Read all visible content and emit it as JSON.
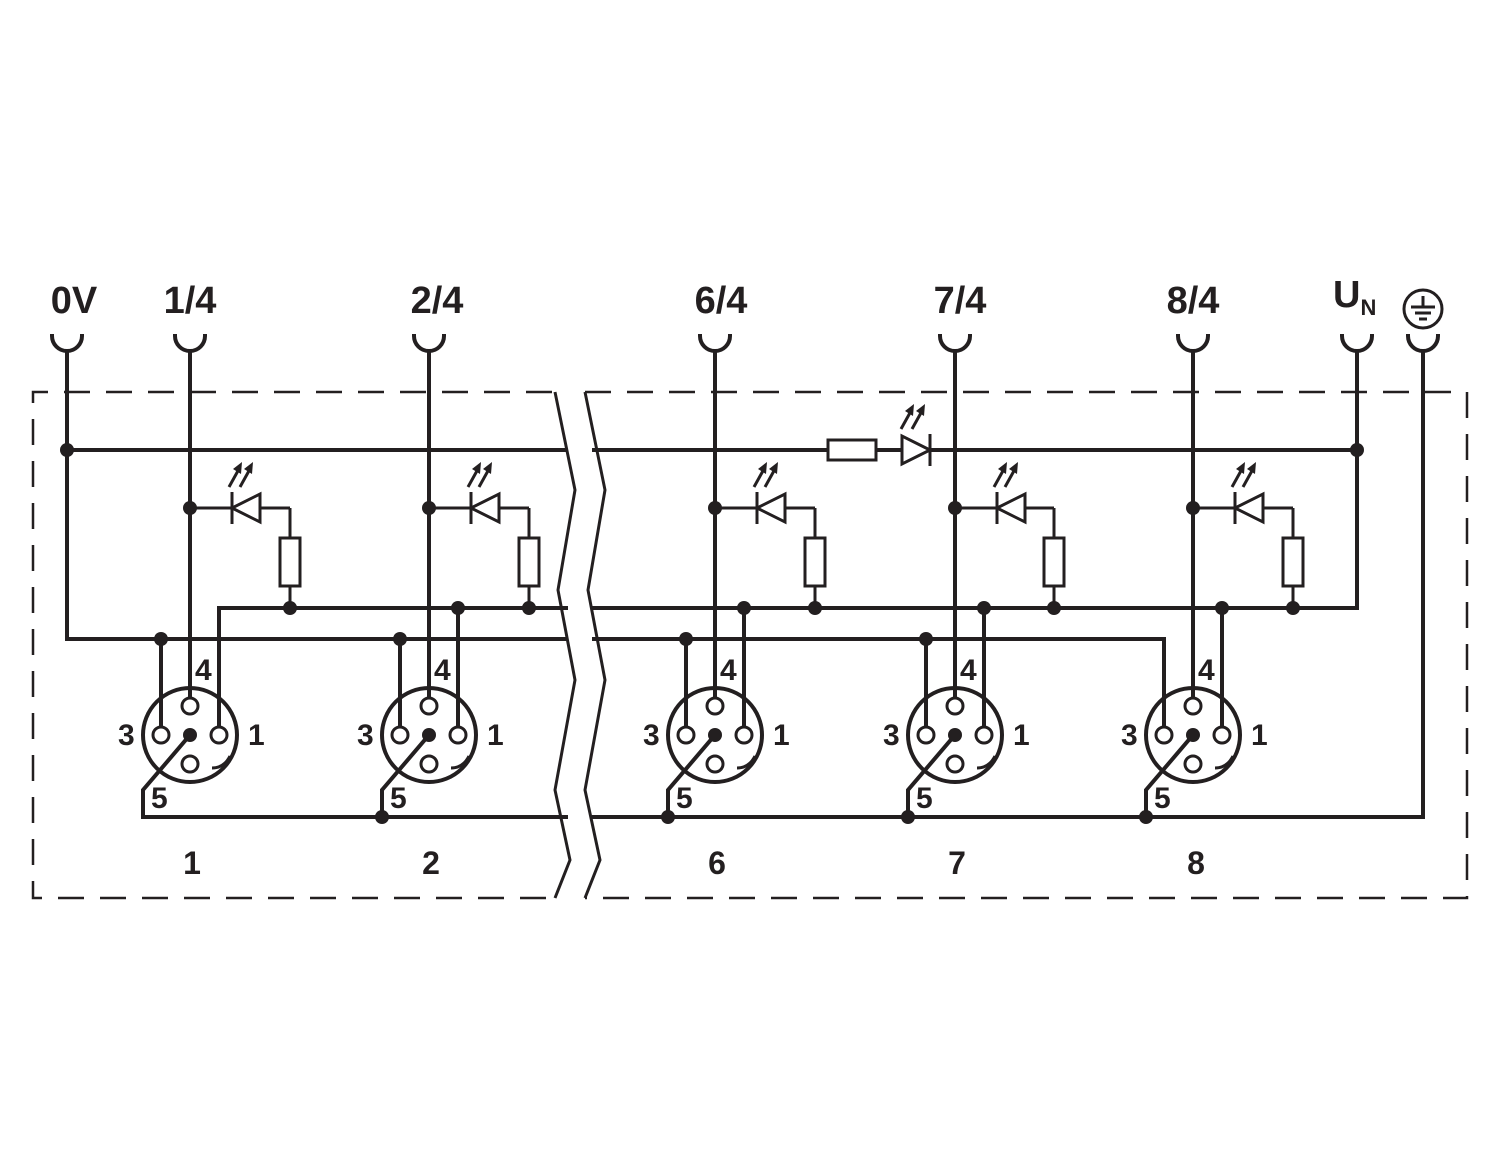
{
  "terminals": {
    "t_0v": "0V",
    "t_1_4": "1/4",
    "t_2_4": "2/4",
    "t_6_4": "6/4",
    "t_7_4": "7/4",
    "t_8_4": "8/4",
    "un_main": "U",
    "un_sub": "N",
    "pe_icon": "ground-symbol"
  },
  "pins": {
    "p1": "1",
    "p3": "3",
    "p4": "4",
    "p5": "5"
  },
  "slots": {
    "s1": "1",
    "s2": "2",
    "s6": "6",
    "s7": "7",
    "s8": "8"
  },
  "colors": {
    "line": "#231f20",
    "background": "#ffffff"
  }
}
